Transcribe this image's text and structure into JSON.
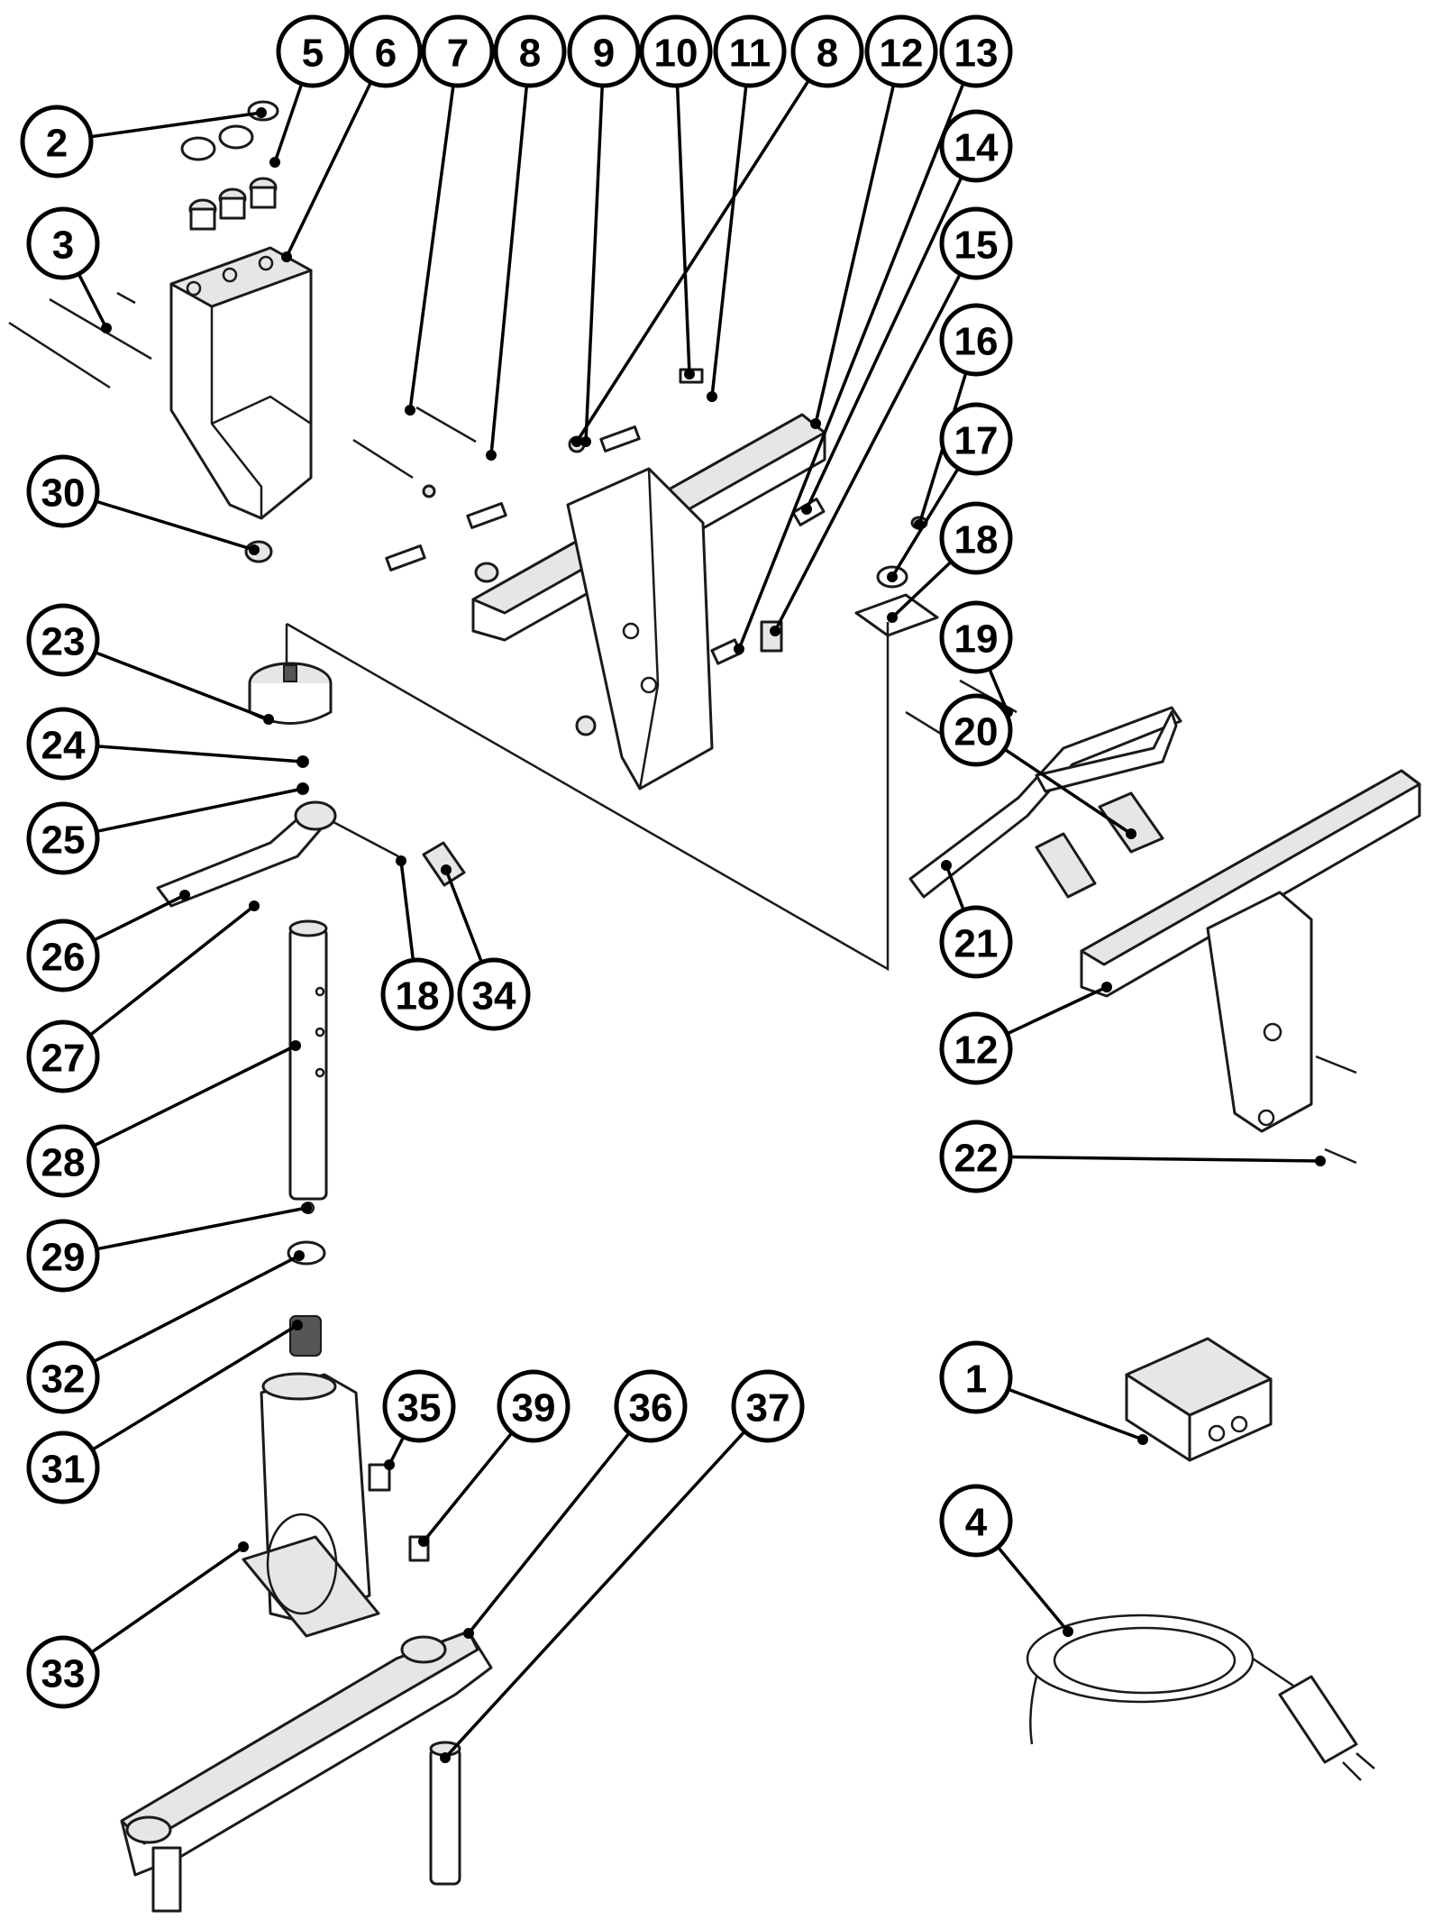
{
  "colors": {
    "ink": "#000000",
    "paper": "#ffffff",
    "part_shade": "#e6e6e6"
  },
  "callouts": [
    {
      "id": "c5",
      "label": "5"
    },
    {
      "id": "c6",
      "label": "6"
    },
    {
      "id": "c7",
      "label": "7"
    },
    {
      "id": "c8a",
      "label": "8"
    },
    {
      "id": "c9",
      "label": "9"
    },
    {
      "id": "c10",
      "label": "10"
    },
    {
      "id": "c11",
      "label": "11"
    },
    {
      "id": "c8b",
      "label": "8"
    },
    {
      "id": "c12a",
      "label": "12"
    },
    {
      "id": "c13",
      "label": "13"
    },
    {
      "id": "c2",
      "label": "2"
    },
    {
      "id": "c14",
      "label": "14"
    },
    {
      "id": "c3",
      "label": "3"
    },
    {
      "id": "c15",
      "label": "15"
    },
    {
      "id": "c16",
      "label": "16"
    },
    {
      "id": "c17",
      "label": "17"
    },
    {
      "id": "c30",
      "label": "30"
    },
    {
      "id": "c18a",
      "label": "18"
    },
    {
      "id": "c23",
      "label": "23"
    },
    {
      "id": "c19",
      "label": "19"
    },
    {
      "id": "c24",
      "label": "24"
    },
    {
      "id": "c20",
      "label": "20"
    },
    {
      "id": "c25",
      "label": "25"
    },
    {
      "id": "c26",
      "label": "26"
    },
    {
      "id": "c21",
      "label": "21"
    },
    {
      "id": "c18b",
      "label": "18"
    },
    {
      "id": "c34",
      "label": "34"
    },
    {
      "id": "c27",
      "label": "27"
    },
    {
      "id": "c12b",
      "label": "12"
    },
    {
      "id": "c28",
      "label": "28"
    },
    {
      "id": "c22",
      "label": "22"
    },
    {
      "id": "c29",
      "label": "29"
    },
    {
      "id": "c1",
      "label": "1"
    },
    {
      "id": "c32",
      "label": "32"
    },
    {
      "id": "c35",
      "label": "35"
    },
    {
      "id": "c39",
      "label": "39"
    },
    {
      "id": "c36",
      "label": "36"
    },
    {
      "id": "c37",
      "label": "37"
    },
    {
      "id": "c31",
      "label": "31"
    },
    {
      "id": "c4",
      "label": "4"
    },
    {
      "id": "c33",
      "label": "33"
    }
  ]
}
